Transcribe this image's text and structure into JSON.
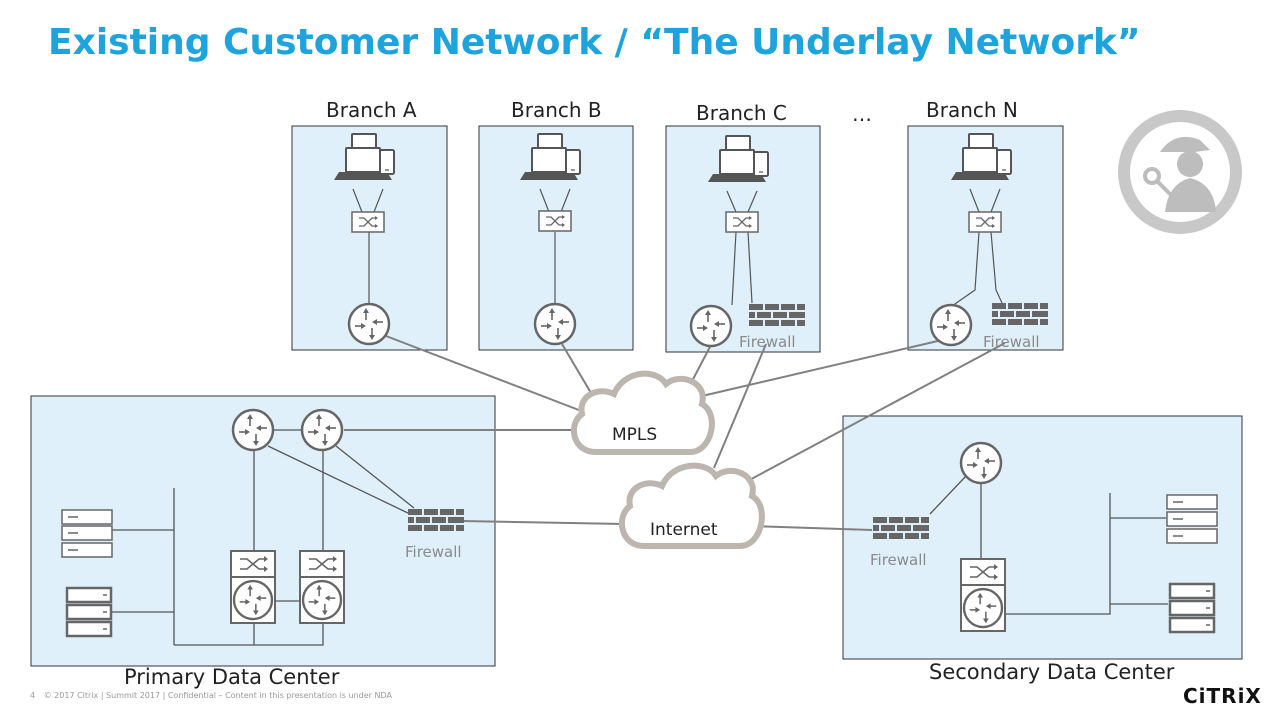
{
  "slide": {
    "title": "Existing Customer Network / “The Underlay Network”",
    "footer_page": "4",
    "footer_text": "© 2017 Citrix | Summit 2017 | Confidential – Content in this presentation is under NDA",
    "logo_text": "CiTRiX"
  },
  "branches": {
    "a": "Branch A",
    "b": "Branch B",
    "c": "Branch C",
    "ellipsis": "…",
    "n": "Branch N"
  },
  "firewall_label": "Firewall",
  "clouds": {
    "mpls": "MPLS",
    "internet": "Internet"
  },
  "datacenters": {
    "primary": "Primary Data Center",
    "secondary": "Secondary Data Center"
  },
  "colors": {
    "title": "#1fa3dc",
    "box_fill": "#dff0fa",
    "device_stroke": "#666666",
    "line": "#808080",
    "cloud": "#bdb6ae",
    "detective_badge": "#c8c8c8"
  },
  "icons": [
    "laptop-icon",
    "tablet-icon",
    "phone-icon",
    "switch-icon",
    "router-icon",
    "firewall-icon",
    "server-icon",
    "cloud-icon",
    "detective-icon"
  ]
}
